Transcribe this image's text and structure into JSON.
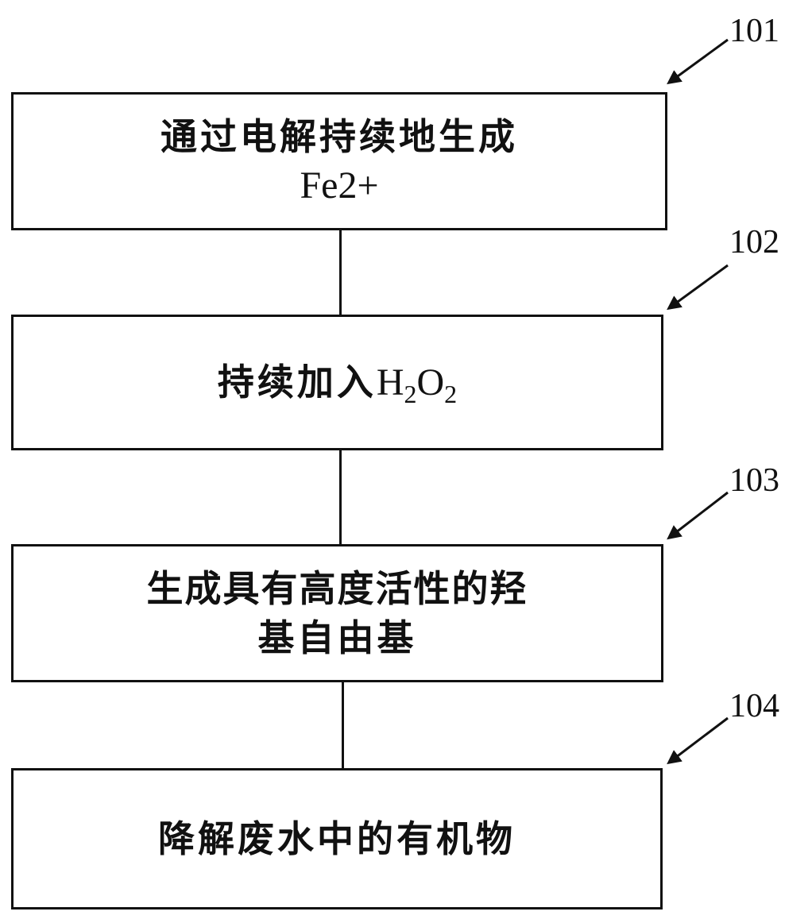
{
  "steps": [
    {
      "label": "101",
      "line1": "通过电解持续地生成",
      "line2": "Fe2+"
    },
    {
      "label": "102",
      "text_prefix": "持续加入",
      "formula_parts": [
        "H",
        "2",
        "O",
        "2"
      ]
    },
    {
      "label": "103",
      "line1": "生成具有高度活性的羟",
      "line2": "基自由基"
    },
    {
      "label": "104",
      "line1": "降解废水中的有机物"
    }
  ],
  "colors": {
    "stroke": "#111111",
    "background": "#ffffff"
  }
}
